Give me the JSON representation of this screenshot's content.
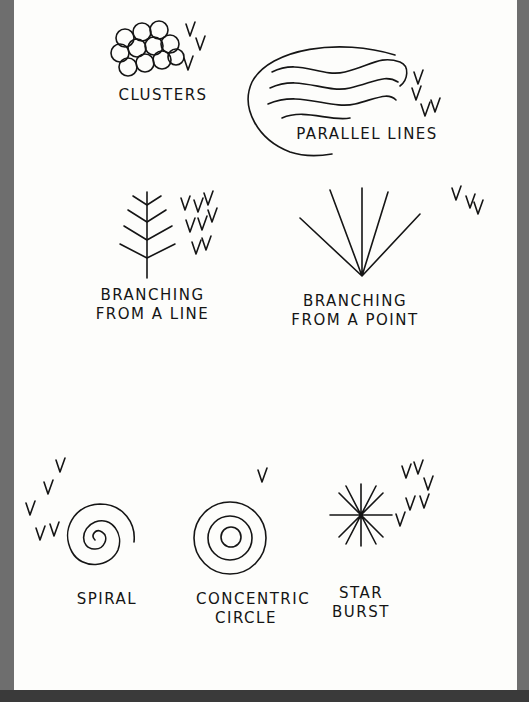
{
  "diagram": {
    "labels": [
      "CLUSTERS",
      "PARALLEL LINES",
      "BRANCHING FROM A LINE",
      "BRANCHING FROM A POINT",
      "SPIRAL",
      "CONCENTRIC CIRCLE",
      "STAR BURST"
    ]
  }
}
